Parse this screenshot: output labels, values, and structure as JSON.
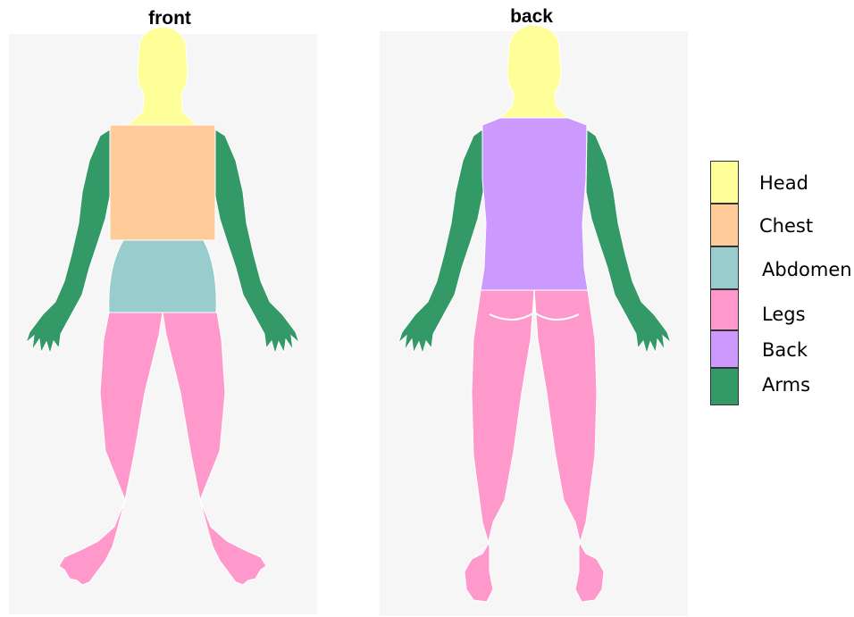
{
  "views": {
    "front": {
      "title": "front"
    },
    "back": {
      "title": "back"
    }
  },
  "legend": [
    {
      "label": "Head",
      "color": "#ffff99"
    },
    {
      "label": "Chest",
      "color": "#ffcc99"
    },
    {
      "label": "Abdomen",
      "color": "#99cccc"
    },
    {
      "label": "Legs",
      "color": "#ff99cc"
    },
    {
      "label": "Back",
      "color": "#cc99ff"
    },
    {
      "label": "Arms",
      "color": "#339966"
    }
  ],
  "colors": {
    "head": "#ffff99",
    "chest": "#ffcc99",
    "abdomen": "#99cccc",
    "legs": "#ff99cc",
    "back": "#cc99ff",
    "arms": "#339966",
    "panel_background": "#f6f6f6"
  }
}
